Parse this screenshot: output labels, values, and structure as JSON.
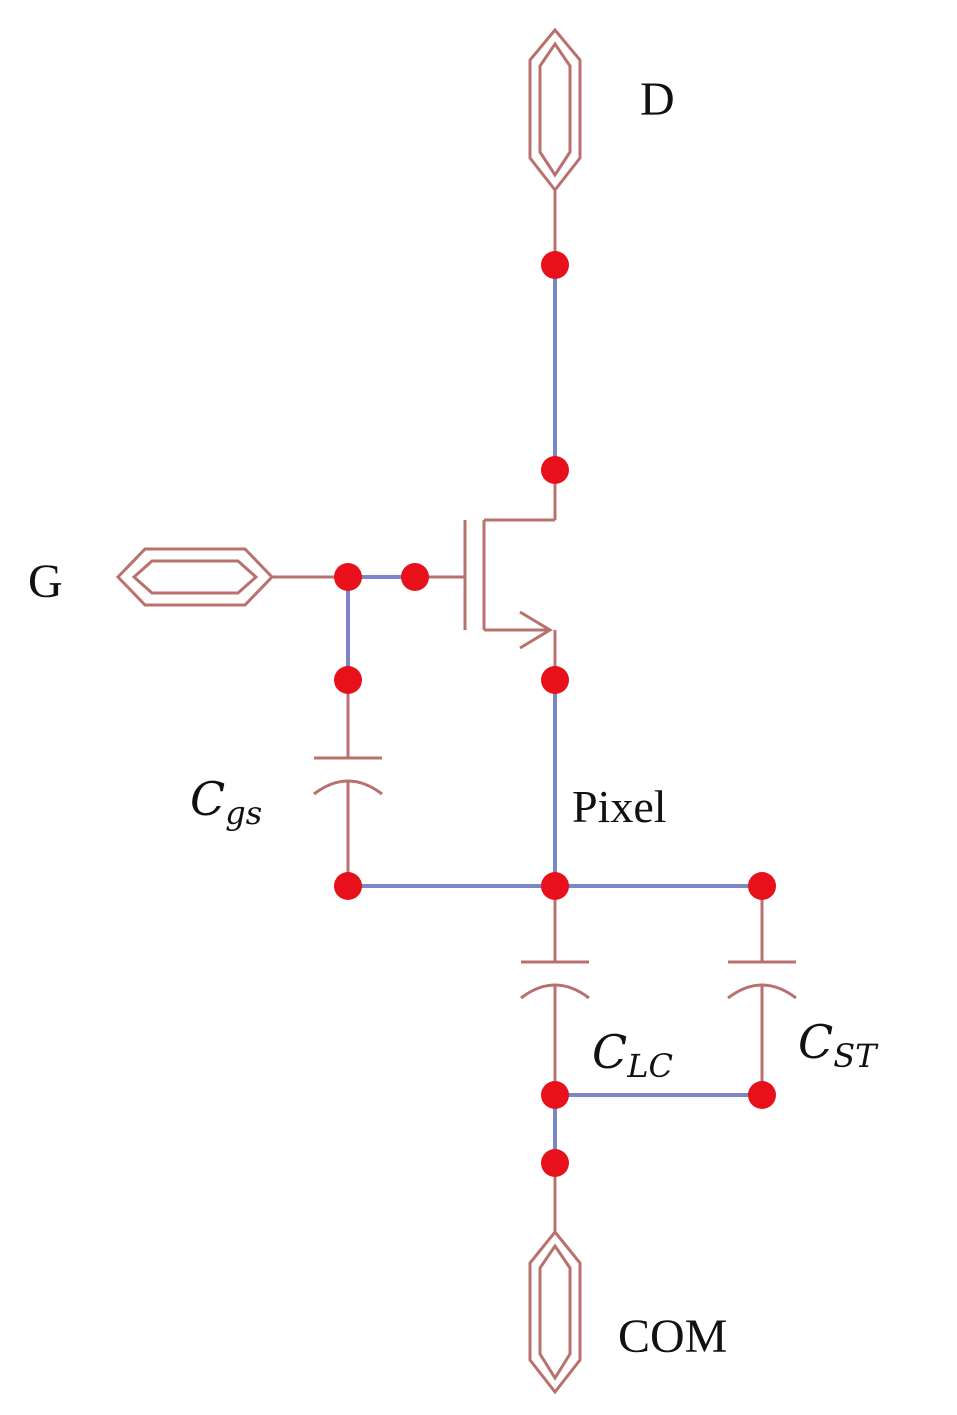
{
  "labels": {
    "drain": "D",
    "gate": "G",
    "common": "COM",
    "pixel": "Pixel",
    "cgs_main": "C",
    "cgs_sub": "gs",
    "clc_main": "C",
    "clc_sub": "LC",
    "cst_main": "C",
    "cst_sub": "ST"
  },
  "colors": {
    "component": "#b8716c",
    "wire": "#7a86c8",
    "node": "#e8101a",
    "text": "#111111",
    "background": "#ffffff"
  }
}
